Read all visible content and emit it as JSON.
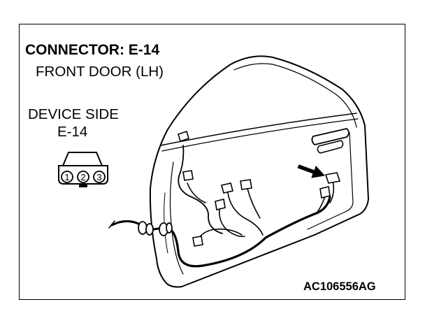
{
  "title": "CONNECTOR: E-14",
  "subtitle": "FRONT DOOR (LH)",
  "device": {
    "label": "DEVICE SIDE",
    "code": "E-14",
    "pins": [
      "1",
      "2",
      "3"
    ]
  },
  "figure_code": "AC106556AG"
}
